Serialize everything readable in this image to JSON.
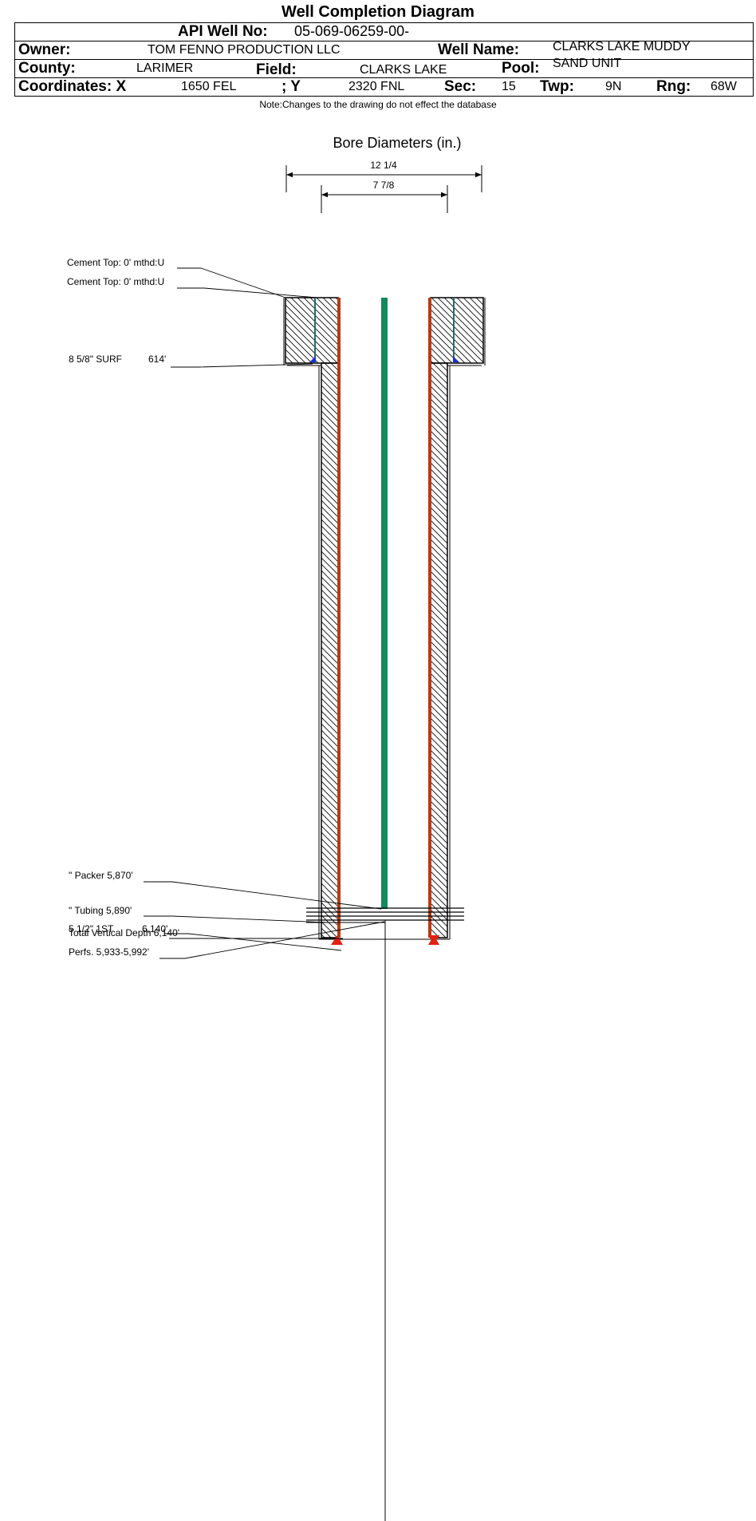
{
  "title": "Well Completion Diagram",
  "header": {
    "api_label": "API Well No:",
    "api_value": "05-069-06259-00-",
    "owner_label": "Owner:",
    "owner_value": "TOM FENNO PRODUCTION LLC",
    "well_name_label": "Well Name:",
    "well_name_line1": "CLARKS LAKE MUDDY",
    "well_name_line2": "SAND UNIT",
    "county_label": "County:",
    "county_value": "LARIMER",
    "field_label": "Field:",
    "field_value": "CLARKS LAKE",
    "pool_label": "Pool:",
    "pool_value": "",
    "coord_x_label": "Coordinates: X",
    "coord_x_value": "1650 FEL",
    "coord_y_label": "; Y",
    "coord_y_value": "2320 FNL",
    "sec_label": "Sec:",
    "sec_value": "15",
    "twp_label": "Twp:",
    "twp_value": "9N",
    "rng_label": "Rng:",
    "rng_value": "68W"
  },
  "note": "Note:Changes to the drawing do not effect the database",
  "diagram": {
    "bore_title": "Bore Diameters (in.)",
    "bore_outer": "12 1/4",
    "bore_inner": "7 7/8",
    "labels": {
      "cement_top_1": "Cement Top: 0' mthd:U",
      "cement_top_2": "Cement Top: 0' mthd:U",
      "surf_casing": "8 5/8\" SURF",
      "surf_depth": "614'",
      "packer": "\" Packer 5,870'",
      "tubing": "\" Tubing 5,890'",
      "first_string": "5 1/2\" 1ST",
      "first_string_depth": "6,140'",
      "tvd": "Total Vertical Depth 6,140'",
      "perfs": "Perfs. 5,933-5,992'"
    },
    "colors": {
      "casing": "#b83a14",
      "tubing": "#138a5c",
      "cement_shoe": "#1a2fd4",
      "perf_marker": "#e02010"
    }
  }
}
